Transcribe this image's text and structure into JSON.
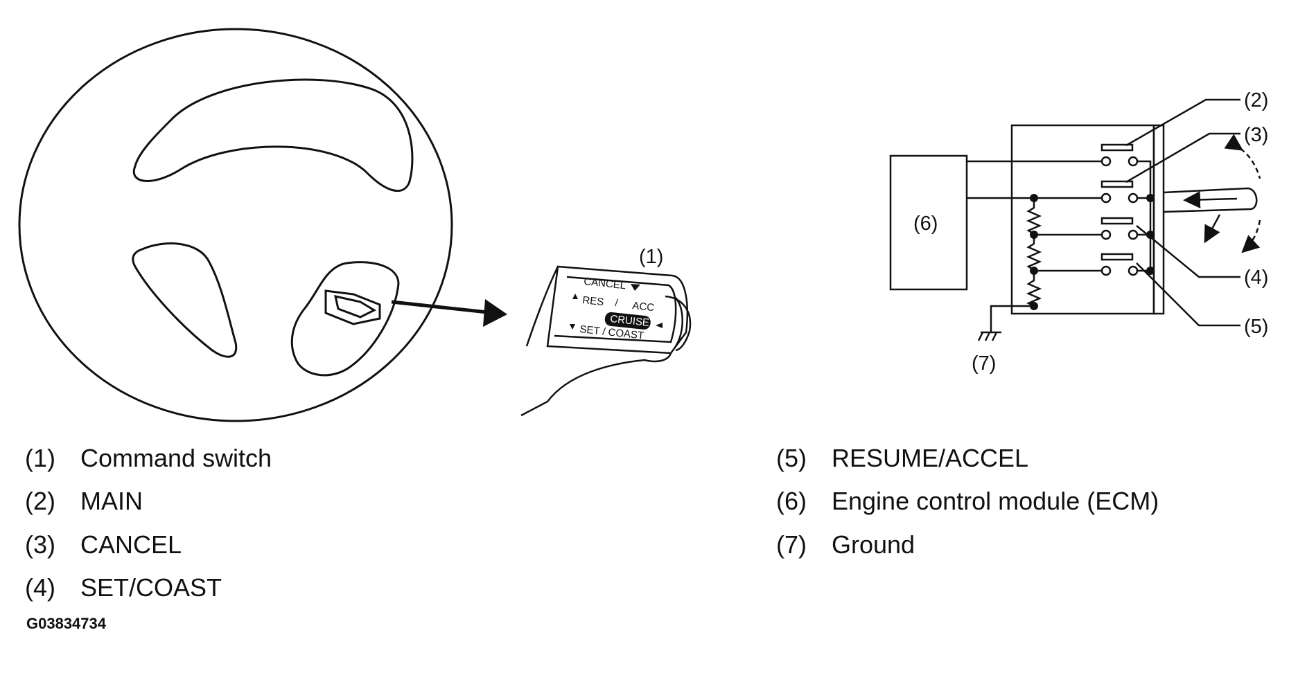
{
  "figure": {
    "id": "G03834734",
    "legend_left": [
      {
        "num": "(1)",
        "label": "Command switch"
      },
      {
        "num": "(2)",
        "label": "MAIN"
      },
      {
        "num": "(3)",
        "label": "CANCEL"
      },
      {
        "num": "(4)",
        "label": "SET/COAST"
      }
    ],
    "legend_right": [
      {
        "num": "(5)",
        "label": "RESUME/ACCEL"
      },
      {
        "num": "(6)",
        "label": "Engine control module (ECM)"
      },
      {
        "num": "(7)",
        "label": "Ground"
      }
    ],
    "callouts": {
      "c1": "(1)",
      "c2": "(2)",
      "c3": "(3)",
      "c4": "(4)",
      "c5": "(5)",
      "c6": "(6)",
      "c7": "(7)"
    },
    "switch_labels": {
      "cancel": "CANCEL",
      "res": "RES",
      "slash": "/",
      "acc": "ACC",
      "cruise": "CRUISE",
      "set_coast": "SET / COAST"
    }
  }
}
